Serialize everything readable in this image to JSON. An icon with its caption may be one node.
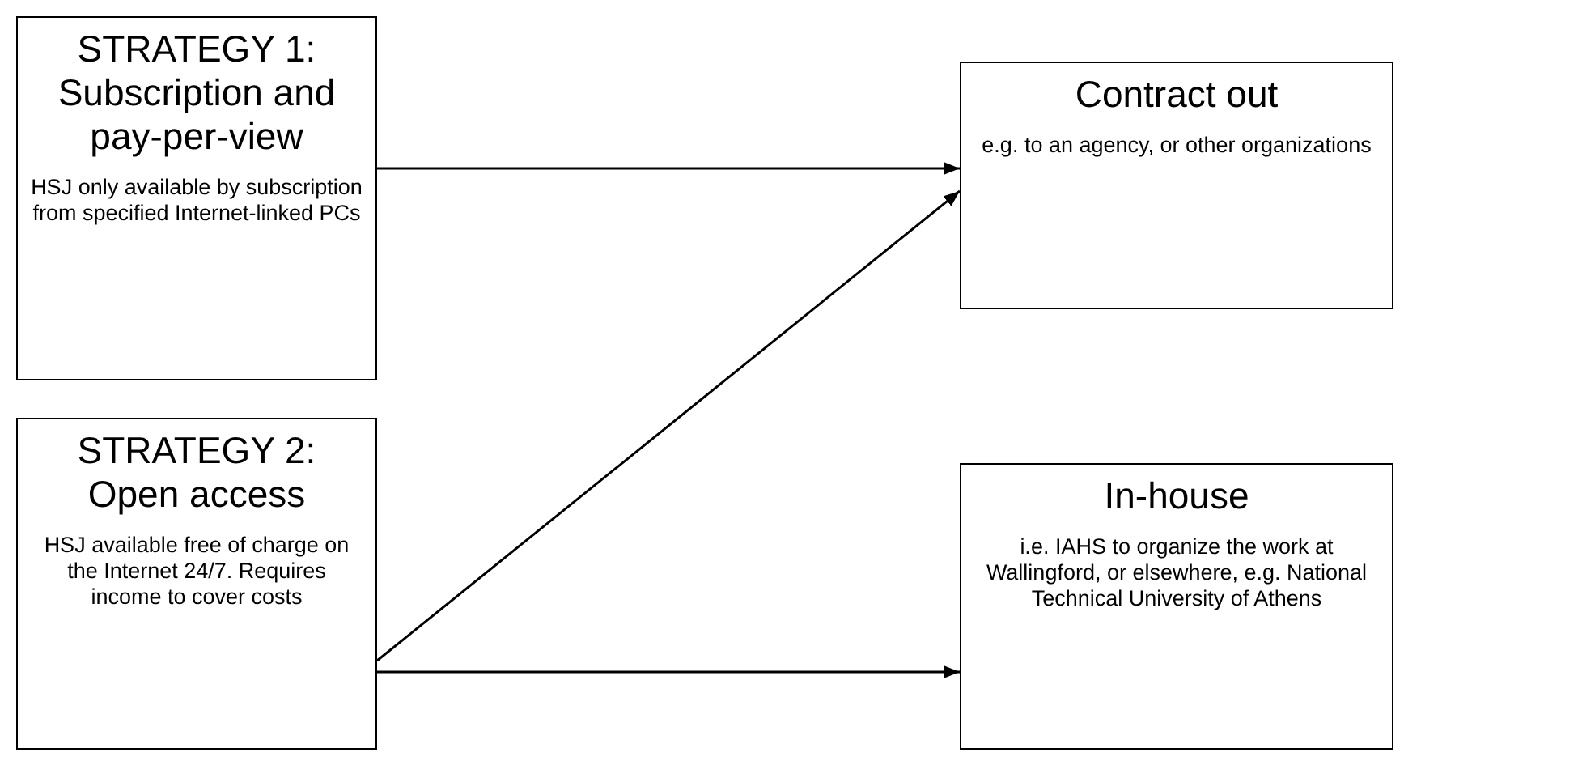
{
  "diagram": {
    "nodes": [
      {
        "text": [
          "STRATEGY 1: Subscription and pay-per-view",
          "HSJ only available by subscription from specified Internet-linked PCs"
        ]
      },
      {
        "text": [
          "STRATEGY 2: Open access",
          "HSJ available free of charge on the Internet 24/7. Requires income to cover costs"
        ]
      },
      {
        "text": [
          "Contract out",
          "e.g. to an agency, or other organizations"
        ]
      },
      {
        "text": [
          "In-house",
          "i.e. IAHS to organize the work at Wallingford, or elsewhere, e.g. National Technical University of Athens"
        ]
      }
    ],
    "edges": [
      {
        "from": 0,
        "to": 2,
        "arrow": "to"
      },
      {
        "from": 1,
        "to": 2,
        "arrow": "to"
      },
      {
        "from": 1,
        "to": 3,
        "arrow": "to"
      }
    ]
  }
}
